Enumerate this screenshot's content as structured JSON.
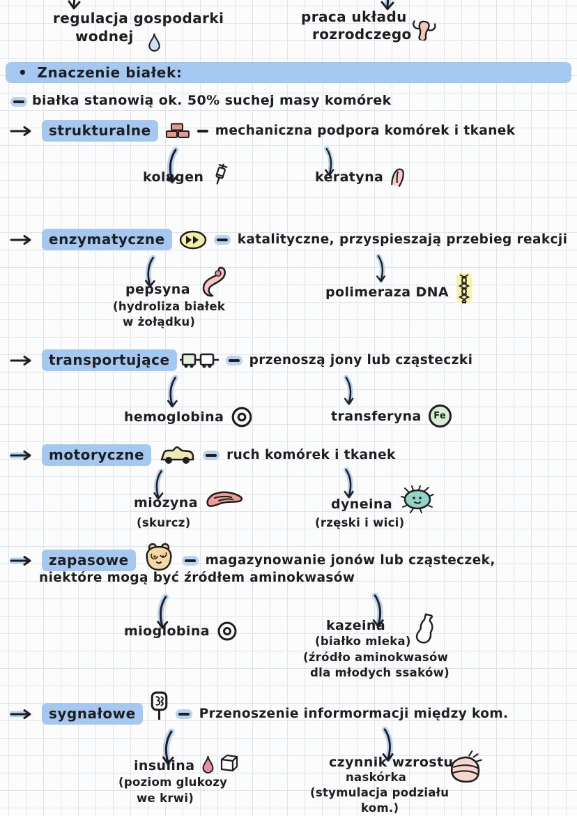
{
  "colors": {
    "highlight_blue": "#a4c8ef",
    "arrow_shadow_blue": "#b9d3f1",
    "ink": "#1e1e22",
    "grid_line": "#dee5ec",
    "pink": "#f3c0b5",
    "brick_pink": "#e4998c",
    "yellow": "#f3eda5",
    "green": "#d6eed2",
    "teal": "#8fd2c6",
    "hamster_tan": "#f5d8a6",
    "blood_red": "#e8playing"
  },
  "top": {
    "left": {
      "line1": "regulacja gospodarki",
      "line2": "wodnej",
      "icon": "water-drop-icon"
    },
    "right": {
      "line1": "praca układu",
      "line2": "rozrodczego",
      "icon": "reproductive-system-icon"
    }
  },
  "header": {
    "bullet": "•",
    "title": "Znaczenie białek:"
  },
  "intro": {
    "text": "białka stanowią ok. 50% suchej masy komórek"
  },
  "sections": [
    {
      "label": "strukturalne",
      "icon": "bricks-icon",
      "desc": "mechaniczna podpora komórek i tkanek",
      "examples": [
        {
          "name": "kolagen",
          "icon": "syringe-icon"
        },
        {
          "name": "keratyna",
          "icon": "fingernail-icon"
        }
      ]
    },
    {
      "label": "enzymatyczne",
      "icon": "fast-forward-icon",
      "desc": "katalityczne, przyspieszają przebieg reakcji",
      "examples": [
        {
          "name": "pepsyna",
          "icon": "stomach-icon",
          "note1": "(hydroliza białek",
          "note2": "w żołądku)"
        },
        {
          "name": "polimeraza DNA",
          "icon": "dna-icon"
        }
      ]
    },
    {
      "label": "transportujące",
      "icon": "train-wagons-icon",
      "desc": "przenoszą jony lub cząsteczki",
      "examples": [
        {
          "name": "hemoglobina",
          "icon": "ring-icon"
        },
        {
          "name": "transferyna",
          "icon": "fe-badge",
          "badge": "Fe"
        }
      ]
    },
    {
      "label": "motoryczne",
      "icon": "car-icon",
      "desc": "ruch komórek i tkanek",
      "examples": [
        {
          "name": "miozyna",
          "icon": "muscle-icon",
          "note1": "(skurcz)"
        },
        {
          "name": "dyneina",
          "icon": "microbe-icon",
          "note1": "(rzęski i wici)"
        }
      ]
    },
    {
      "label": "zapasowe",
      "icon": "hamster-icon",
      "desc": "magazynowanie jonów lub cząsteczek,",
      "desc2": "niektóre mogą być źródłem aminokwasów",
      "examples": [
        {
          "name": "mioglobina",
          "icon": "ring-icon"
        },
        {
          "name": "kazeina",
          "icon": "milk-bottle-icon",
          "note1": "(białko mleka)",
          "note2": "(źródło aminokwasów",
          "note3": "dla młodych ssaków)"
        }
      ]
    },
    {
      "label": "sygnałowe",
      "icon": "signal-sign-icon",
      "desc": "Przenoszenie informormacji między kom.",
      "examples": [
        {
          "name": "insulina",
          "icon": "blood-drop-icon sugar-cube-icon",
          "note1": "(poziom glukozy",
          "note2": "we krwi)"
        },
        {
          "name": "czynnik wzrostu",
          "icon": "skin-layers-icon",
          "note1": "naskórka",
          "note2": "(stymulacja podziału",
          "note3": "kom.)"
        }
      ]
    }
  ]
}
